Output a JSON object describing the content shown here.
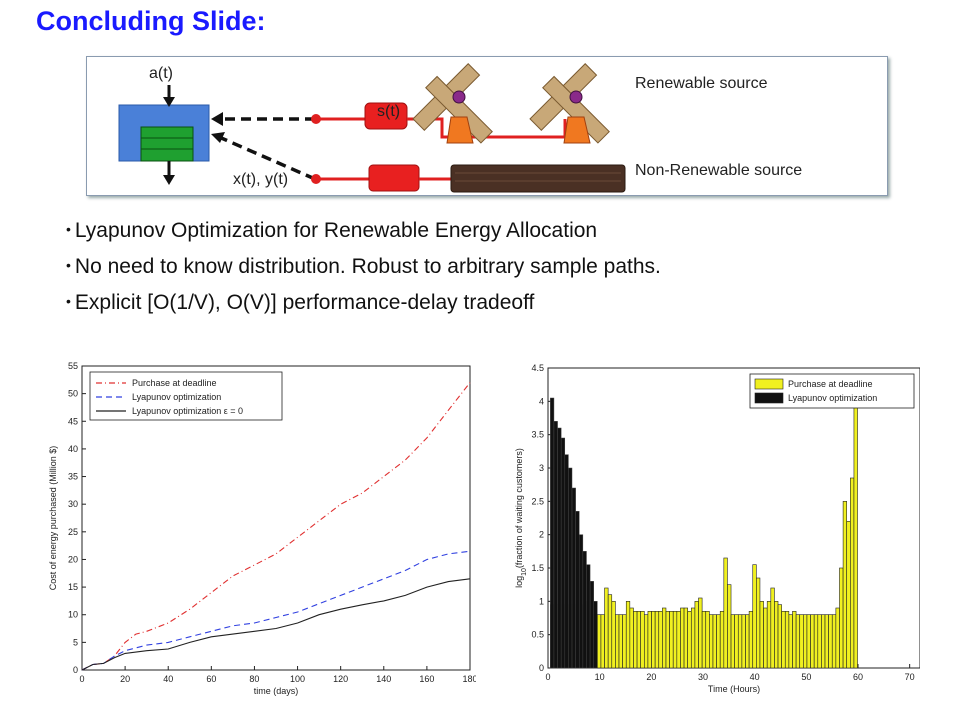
{
  "slide": {
    "title": "Concluding Slide:"
  },
  "diagram": {
    "arrival_label": "a(t)",
    "renewable_label": "s(t)",
    "control_label": "x(t), y(t)",
    "renewable_source_label": "Renewable source",
    "nonrenewable_source_label": "Non-Renewable source"
  },
  "bullets": [
    "Lyapunov Optimization for Renewable Energy Allocation",
    "No need to know distribution.  Robust to arbitrary sample paths.",
    "Explicit [O(1/V), O(V)] performance-delay  tradeoff"
  ],
  "chart_data": [
    {
      "type": "line",
      "xlabel": "time (days)",
      "ylabel": "Cost of energy purchased (Million $)",
      "xlim": [
        0,
        180
      ],
      "ylim": [
        0,
        55
      ],
      "x_ticks": [
        0,
        20,
        40,
        60,
        80,
        100,
        120,
        140,
        160,
        180
      ],
      "y_ticks": [
        0,
        5,
        10,
        15,
        20,
        25,
        30,
        35,
        40,
        45,
        50,
        55
      ],
      "legend_position": "top-left",
      "series": [
        {
          "name": "Purchase at deadline",
          "color": "#e03030",
          "dash": "6,3,1,3",
          "x": [
            0,
            5,
            10,
            15,
            20,
            25,
            30,
            40,
            50,
            60,
            70,
            80,
            90,
            100,
            110,
            120,
            130,
            140,
            150,
            160,
            170,
            180
          ],
          "y": [
            0,
            1,
            1.2,
            2.5,
            5,
            6.5,
            7,
            8.5,
            11,
            14,
            17,
            19,
            21,
            24,
            27,
            30,
            32,
            35,
            38,
            42,
            47,
            52
          ]
        },
        {
          "name": "Lyapunov optimization",
          "color": "#3040e0",
          "dash": "6,4",
          "x": [
            0,
            5,
            10,
            15,
            20,
            30,
            40,
            50,
            60,
            70,
            80,
            90,
            100,
            110,
            120,
            130,
            140,
            150,
            160,
            170,
            180
          ],
          "y": [
            0,
            1,
            1.2,
            2.5,
            3.5,
            4.5,
            5,
            6,
            7,
            8,
            8.5,
            9.5,
            10.5,
            12,
            13.5,
            15,
            16.5,
            18,
            20,
            21,
            21.5
          ]
        },
        {
          "name": "Lyapunov optimization ε = 0",
          "color": "#222222",
          "dash": "",
          "x": [
            0,
            5,
            10,
            15,
            20,
            30,
            40,
            50,
            60,
            70,
            80,
            90,
            100,
            110,
            120,
            130,
            140,
            150,
            160,
            170,
            180
          ],
          "y": [
            0,
            1,
            1.2,
            2.2,
            3,
            3.5,
            3.8,
            5,
            6,
            6.5,
            7,
            7.5,
            8.5,
            10,
            11,
            11.8,
            12.5,
            13.5,
            15,
            16,
            16.5
          ]
        }
      ]
    },
    {
      "type": "bar",
      "xlabel": "Time (Hours)",
      "ylabel": "log10(fraction of waiting customers)",
      "xlim": [
        0,
        72
      ],
      "ylim": [
        0,
        4.5
      ],
      "x_ticks": [
        0,
        10,
        20,
        30,
        40,
        50,
        60,
        70
      ],
      "y_ticks": [
        0,
        0.5,
        1,
        1.5,
        2,
        2.5,
        3,
        3.5,
        4,
        4.5
      ],
      "legend_position": "top-right",
      "series": [
        {
          "name": "Purchase at deadline",
          "color": "#f0f020",
          "values": [
            0.95,
            0.95,
            0.95,
            0.95,
            0.95,
            0.95,
            0.95,
            0.95,
            0.95,
            0.95,
            1.0,
            0.8,
            0.8,
            0.8,
            0.8,
            1.2,
            1.1,
            1.0,
            0.8,
            0.8,
            0.8,
            1.0,
            0.9,
            0.85,
            0.85,
            0.85,
            0.8,
            0.85,
            0.85,
            0.85,
            0.85,
            0.9,
            0.85,
            0.85,
            0.85,
            0.85,
            0.9,
            0.9,
            0.85,
            0.9,
            1.0,
            1.05,
            0.85,
            0.85,
            0.8,
            0.8,
            0.8,
            0.85,
            1.65,
            1.25,
            0.8,
            0.8,
            0.8,
            0.8,
            0.8,
            0.85,
            1.55,
            1.35,
            1.0,
            0.9,
            1.0,
            1.2,
            1.0,
            0.95,
            0.85,
            0.85,
            0.8,
            0.85,
            0.8,
            0.8,
            0.8,
            0.8,
            0.8,
            0.8,
            0.8,
            0.8,
            0.8,
            0.8,
            0.8,
            0.9,
            1.5,
            2.5,
            2.2,
            2.85,
            3.95
          ]
        },
        {
          "name": "Lyapunov optimization",
          "color": "#111111",
          "values": [
            4.05,
            3.7,
            3.6,
            3.45,
            3.2,
            3.0,
            2.7,
            2.35,
            2.0,
            1.75,
            1.55,
            1.3,
            1.0,
            0.0,
            0.0,
            0.0,
            0.0,
            0.0,
            0.0,
            0.0,
            0.0,
            0.0,
            0.0,
            0.0,
            0.0,
            0.0,
            0.0,
            0.0,
            0.0,
            0.0,
            0.0,
            0.0,
            0.0,
            0.0,
            0.0,
            0.0,
            0.0,
            0.0,
            0.0,
            0.0,
            0.0,
            0.0,
            0.0,
            0.0,
            0.0,
            0.0,
            0.0,
            0.0,
            0.0,
            0.0,
            0.0,
            0.0,
            0.0,
            0.0,
            0.0,
            0.0,
            0.0,
            0.0,
            0.0,
            0.0,
            0.0,
            0.0,
            0.0,
            0.0,
            0.0,
            0.0,
            0.0,
            0.0,
            0.0,
            0.0,
            0.0,
            0.0,
            0.0,
            0.0,
            0.0,
            0.0,
            0.0,
            0.0,
            0.0,
            0.0,
            0.0,
            0.0,
            0.0,
            0.0,
            0.0
          ]
        }
      ]
    }
  ]
}
